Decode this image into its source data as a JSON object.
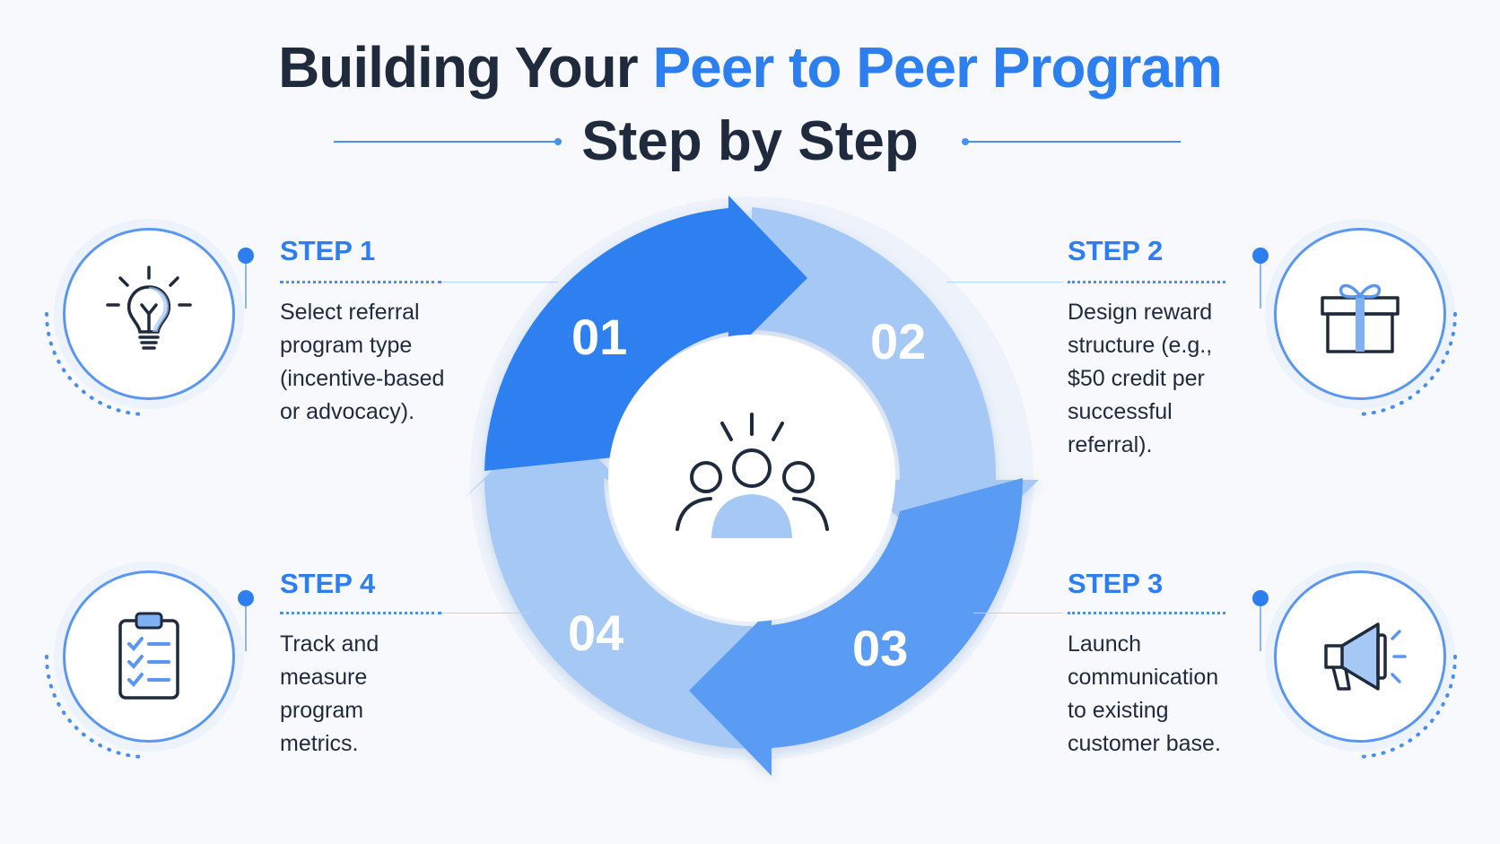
{
  "header": {
    "title_prefix": "Building Your ",
    "title_accent": "Peer to Peer Program",
    "subtitle": "Step by Step"
  },
  "steps": [
    {
      "label": "STEP 1",
      "number": "01",
      "text": "Select referral program type (incentive-based or advocacy).",
      "icon": "lightbulb-icon"
    },
    {
      "label": "STEP 2",
      "number": "02",
      "text": "Design reward structure (e.g., $50 credit per successful referral).",
      "icon": "gift-icon"
    },
    {
      "label": "STEP 3",
      "number": "03",
      "text": "Launch communication to existing customer base.",
      "icon": "megaphone-icon"
    },
    {
      "label": "STEP 4",
      "number": "04",
      "text": "Track and measure program metrics.",
      "icon": "clipboard-checklist-icon"
    }
  ],
  "center": {
    "icon": "people-group-icon"
  },
  "colors": {
    "accent": "#2d7ff0",
    "dark": "#1f2a3d",
    "segment_1": "#2f80f0",
    "segment_2": "#a6c8f5",
    "segment_3": "#5a9bf3",
    "segment_4": "#a6c8f5"
  }
}
